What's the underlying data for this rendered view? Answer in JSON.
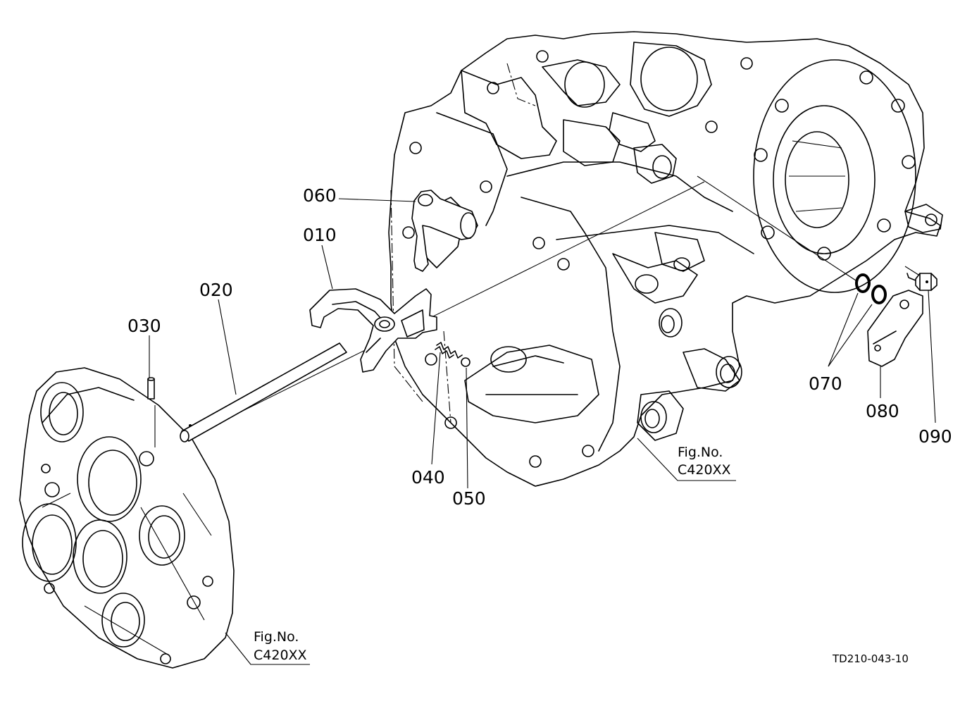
{
  "parts": {
    "p010": "010",
    "p020": "020",
    "p030": "030",
    "p040": "040",
    "p050": "050",
    "p060": "060",
    "p070": "070",
    "p080": "080",
    "p090": "090"
  },
  "refs": {
    "case": {
      "fig": "Fig.No.",
      "code": "C420XX"
    },
    "cover": {
      "fig": "Fig.No.",
      "code": "C420XX"
    }
  },
  "drawing_code": "TD210-043-10"
}
